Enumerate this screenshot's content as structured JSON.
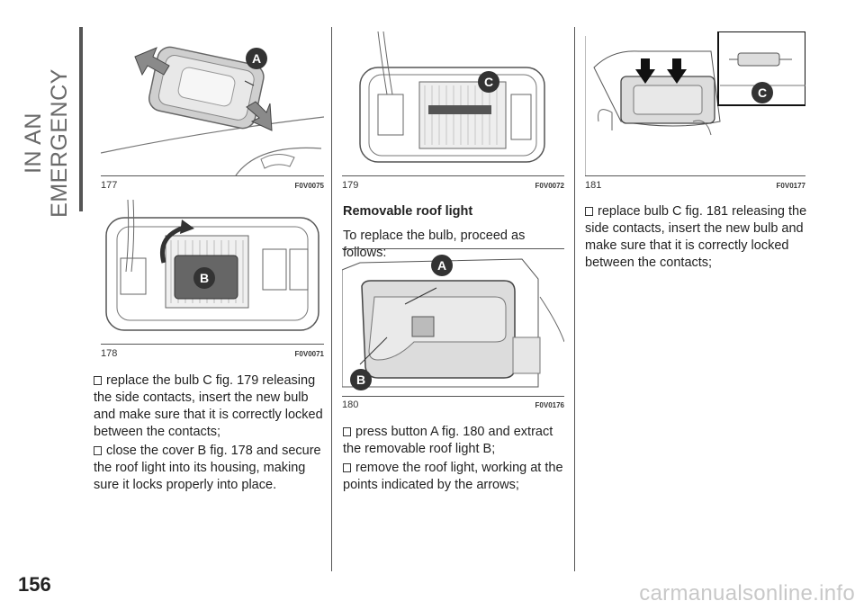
{
  "side_title": "IN AN EMERGENCY",
  "page_number": "156",
  "watermark": "carmanualsonline.info",
  "figures": {
    "f177": {
      "number": "177",
      "code": "F0V0075",
      "label_a": "A"
    },
    "f178": {
      "number": "178",
      "code": "F0V0071",
      "label_b": "B"
    },
    "f179": {
      "number": "179",
      "code": "F0V0072",
      "label_c": "C"
    },
    "f180": {
      "number": "180",
      "code": "F0V0176",
      "label_a": "A",
      "label_b": "B"
    },
    "f181": {
      "number": "181",
      "code": "F0V0177",
      "label_c": "C"
    }
  },
  "col1": {
    "step1": "replace the bulb C fig. 179 releasing the side contacts, insert the new bulb and make sure that it is correctly locked between the contacts;",
    "step2": "close the cover B fig. 178 and secure the roof light into its housing, making sure it locks properly into place."
  },
  "col2": {
    "heading": "Removable roof light",
    "intro": "To replace the bulb, proceed as follows:",
    "step1": "press button A fig. 180 and extract the removable roof light B;",
    "step2": "remove the roof light, working at the points indicated by the arrows;"
  },
  "col3": {
    "step1": "replace bulb C fig. 181 releasing the side contacts, insert the new bulb and make sure that it is correctly locked between the contacts;"
  }
}
